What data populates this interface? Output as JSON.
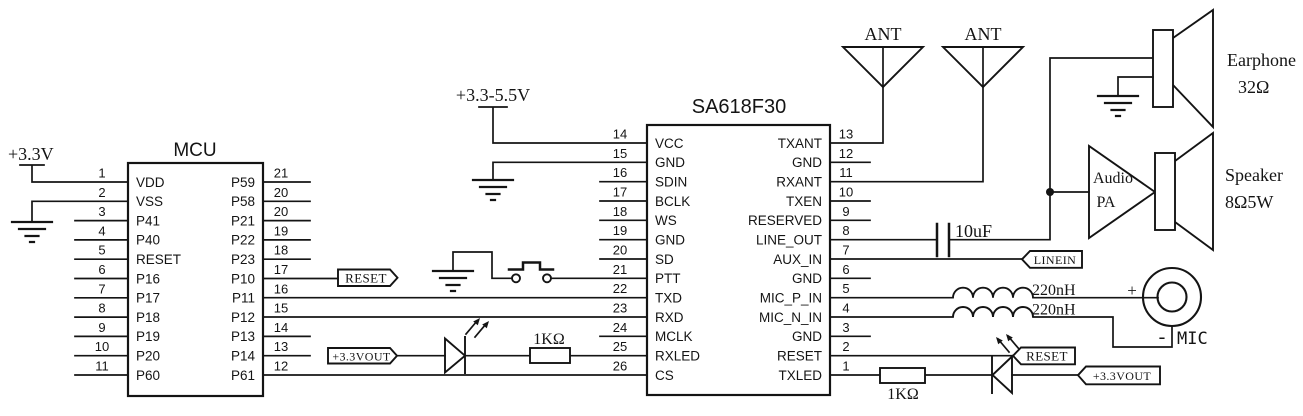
{
  "colors": {
    "ink": "#141414",
    "background": "#ffffff"
  },
  "mcu": {
    "title": "MCU",
    "left_pins": [
      {
        "num": "1",
        "name": "VDD"
      },
      {
        "num": "2",
        "name": "VSS"
      },
      {
        "num": "3",
        "name": "P41"
      },
      {
        "num": "4",
        "name": "P40"
      },
      {
        "num": "5",
        "name": "RESET"
      },
      {
        "num": "6",
        "name": "P16"
      },
      {
        "num": "7",
        "name": "P17"
      },
      {
        "num": "8",
        "name": "P18"
      },
      {
        "num": "9",
        "name": "P19"
      },
      {
        "num": "10",
        "name": "P20"
      },
      {
        "num": "11",
        "name": "P60"
      }
    ],
    "right_pins": [
      {
        "num": "21",
        "name": "P59"
      },
      {
        "num": "20",
        "name": "P58"
      },
      {
        "num": "20",
        "name": "P21"
      },
      {
        "num": "19",
        "name": "P22"
      },
      {
        "num": "18",
        "name": "P23"
      },
      {
        "num": "17",
        "name": "P10"
      },
      {
        "num": "16",
        "name": "P11"
      },
      {
        "num": "15",
        "name": "P12"
      },
      {
        "num": "14",
        "name": "P13"
      },
      {
        "num": "13",
        "name": "P14"
      },
      {
        "num": "12",
        "name": "P61"
      }
    ]
  },
  "radio": {
    "title": "SA618F30",
    "left_pins": [
      {
        "num": "14",
        "name": "VCC"
      },
      {
        "num": "15",
        "name": "GND"
      },
      {
        "num": "16",
        "name": "SDIN"
      },
      {
        "num": "17",
        "name": "BCLK"
      },
      {
        "num": "18",
        "name": "WS"
      },
      {
        "num": "19",
        "name": "GND"
      },
      {
        "num": "20",
        "name": "SD"
      },
      {
        "num": "21",
        "name": "PTT"
      },
      {
        "num": "22",
        "name": "TXD"
      },
      {
        "num": "23",
        "name": "RXD"
      },
      {
        "num": "24",
        "name": "MCLK"
      },
      {
        "num": "25",
        "name": "RXLED"
      },
      {
        "num": "26",
        "name": "CS"
      }
    ],
    "right_pins": [
      {
        "num": "13",
        "name": "TXANT"
      },
      {
        "num": "12",
        "name": "GND"
      },
      {
        "num": "11",
        "name": "RXANT"
      },
      {
        "num": "10",
        "name": "TXEN"
      },
      {
        "num": "9",
        "name": "RESERVED"
      },
      {
        "num": "8",
        "name": "LINE_OUT"
      },
      {
        "num": "7",
        "name": "AUX_IN"
      },
      {
        "num": "6",
        "name": "GND"
      },
      {
        "num": "5",
        "name": "MIC_P_IN"
      },
      {
        "num": "4",
        "name": "MIC_N_IN"
      },
      {
        "num": "3",
        "name": "GND"
      },
      {
        "num": "2",
        "name": "RESET"
      },
      {
        "num": "1",
        "name": "TXLED"
      }
    ]
  },
  "power": {
    "mcu_rail": "+3.3V",
    "radio_rail": "+3.3-5.5V"
  },
  "antennas": {
    "ant1": "ANT",
    "ant2": "ANT"
  },
  "audio": {
    "earphone_name": "Earphone",
    "earphone_impedance": "32Ω",
    "speaker_name": "Speaker",
    "speaker_rating": "8Ω5W",
    "amp_line1": "Audio",
    "amp_line2": "PA"
  },
  "components": {
    "coupling_cap": "10uF",
    "mic_inductor_top": "220nH",
    "mic_inductor_bottom": "220nH",
    "rxled_resistor": "1KΩ",
    "txled_resistor": "1KΩ"
  },
  "mic": {
    "label": "MIC",
    "plus": "+",
    "minus": "-"
  },
  "net_flags": {
    "mcu_reset": "RESET",
    "mcu_vout": "+3.3VOUT",
    "linein": "LINEIN",
    "radio_reset": "RESET",
    "radio_vout": "+3.3VOUT"
  }
}
